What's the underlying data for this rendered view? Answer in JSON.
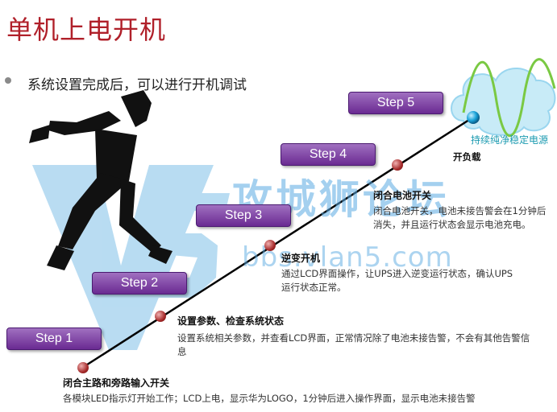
{
  "title": "单机上电开机",
  "bullet": "系统设置完成后，可以进行开机调试",
  "steps": [
    "Step 1",
    "Step 2",
    "Step 3",
    "Step 4",
    "Step 5"
  ],
  "sections": {
    "s1": {
      "title": "闭合主路和旁路输入开关",
      "body": "各模块LED指示灯开始工作；LCD上电，显示华为LOGO，1分钟后进入操作界面，显示电池未接告警"
    },
    "s2": {
      "title": "设置参数、检查系统状态",
      "body": "设置系统相关参数，并查看LCD界面，正常情况除了电池未接告警，不会有其他告警信息"
    },
    "s3": {
      "title": "逆变开机",
      "body": "通过LCD界面操作，让UPS进入逆变运行状态，确认UPS运行状态正常。"
    },
    "s4": {
      "title": "闭合电池开关",
      "body": "闭合电池开关，电池未接告警会在1分钟后消失，并且运行状态会显示电池充电。"
    }
  },
  "sine_label": "持续纯净稳定电源",
  "load_label": "开负载",
  "watermark": {
    "cn": "攻城狮论坛",
    "url": "bbs.vlan5.com"
  },
  "colors": {
    "title": "#b0202a",
    "step": "#7a3aa0",
    "wave": "#7ac943",
    "cloud": "#bfe6f5"
  }
}
